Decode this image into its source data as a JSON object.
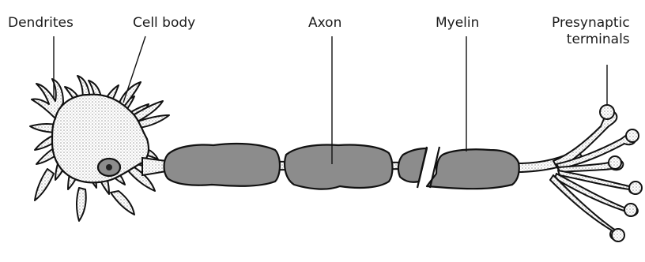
{
  "labels": {
    "dendrites": "Dendrites",
    "cell_body": "Cell body",
    "axon": "Axon",
    "myelin": "Myelin",
    "presynaptic_line1": "Presynaptic",
    "presynaptic_line2": "terminals"
  },
  "colors": {
    "ink": "#111111",
    "myelin_fill": "#8c8c8c",
    "stipple": "#bdbdbd",
    "background": "#ffffff"
  }
}
